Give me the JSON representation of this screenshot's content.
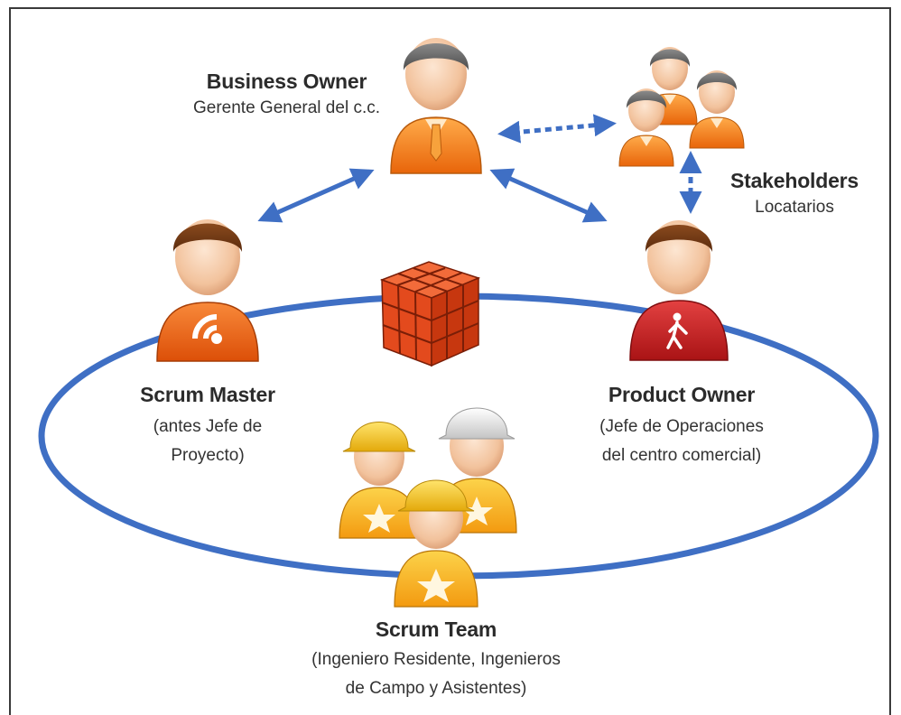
{
  "roles": {
    "business_owner": {
      "title": "Business Owner",
      "subtitle": "Gerente General del c.c."
    },
    "stakeholders": {
      "title": "Stakeholders",
      "subtitle": "Locatarios"
    },
    "scrum_master": {
      "title": "Scrum Master",
      "subtitle": "(antes Jefe de\nProyecto)"
    },
    "product_owner": {
      "title": "Product Owner",
      "subtitle": "(Jefe de Operaciones\ndel centro comercial)"
    },
    "scrum_team": {
      "title": "Scrum Team",
      "subtitle": "(Ingeniero Residente, Ingenieros\nde Campo y Asistentes)"
    }
  },
  "icons": {
    "business_owner": "businessman-icon",
    "stakeholders": "group-icon",
    "scrum_master": "person-wifi-icon",
    "product_owner": "person-walking-icon",
    "scrum_team": "workers-hardhat-icon",
    "product": "cube-icon"
  },
  "colors": {
    "ring": "#3f6fc4",
    "arrow": "#3f6fc4",
    "orange_shirt": "#f07a12",
    "red_shirt": "#c0191b",
    "yellow_shirt": "#f7b51c",
    "helmet_yellow": "#f2c21a",
    "helmet_white": "#e6e6e6",
    "cube": "#e34a1d"
  }
}
